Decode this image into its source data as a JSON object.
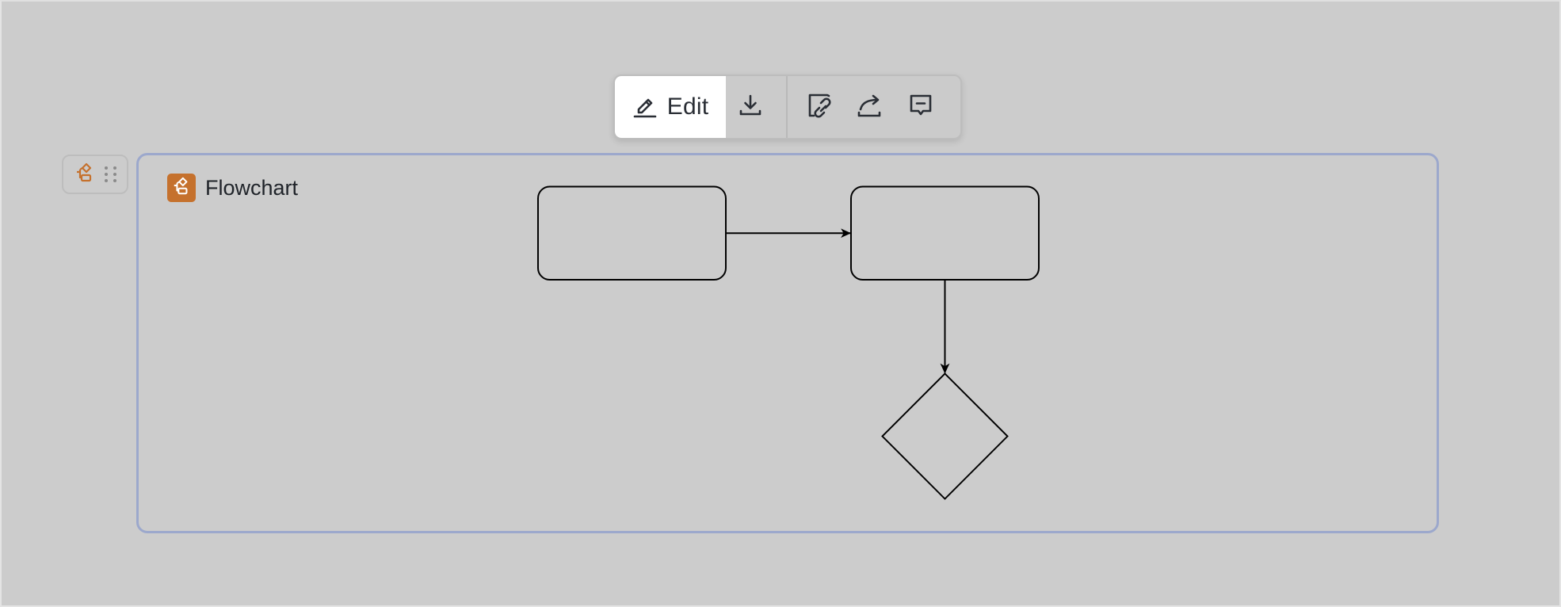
{
  "toolbar": {
    "edit_label": "Edit",
    "buttons": [
      {
        "name": "edit",
        "icon": "pencil-icon",
        "label": "Edit"
      },
      {
        "name": "download",
        "icon": "download-icon"
      },
      {
        "name": "copy-link",
        "icon": "link-icon"
      },
      {
        "name": "share",
        "icon": "share-icon"
      },
      {
        "name": "comment",
        "icon": "comment-icon"
      }
    ]
  },
  "block_handle": {
    "type_icon": "flowchart-icon",
    "drag_icon": "drag-handle-icon"
  },
  "flowchart": {
    "title": "Flowchart",
    "icon": "flowchart-icon",
    "accent_color": "#c5712d",
    "border_color": "#9ca8cc",
    "nodes": [
      {
        "id": "n1",
        "shape": "rounded-rect",
        "label": ""
      },
      {
        "id": "n2",
        "shape": "rounded-rect",
        "label": ""
      },
      {
        "id": "n3",
        "shape": "diamond",
        "label": ""
      }
    ],
    "edges": [
      {
        "from": "n1",
        "to": "n2"
      },
      {
        "from": "n2",
        "to": "n3"
      }
    ]
  }
}
